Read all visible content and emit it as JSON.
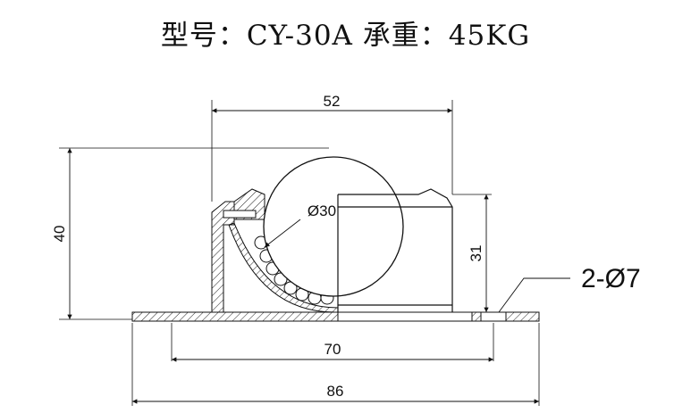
{
  "title": "型号：CY-30A 承重：45KG",
  "dimensions": {
    "width_top": "52",
    "ball_diameter": "Ø30",
    "height_total": "40",
    "height_body": "31",
    "hole_spacing": "70",
    "base_length": "86"
  },
  "callout": {
    "holes": "2-Ø7"
  }
}
